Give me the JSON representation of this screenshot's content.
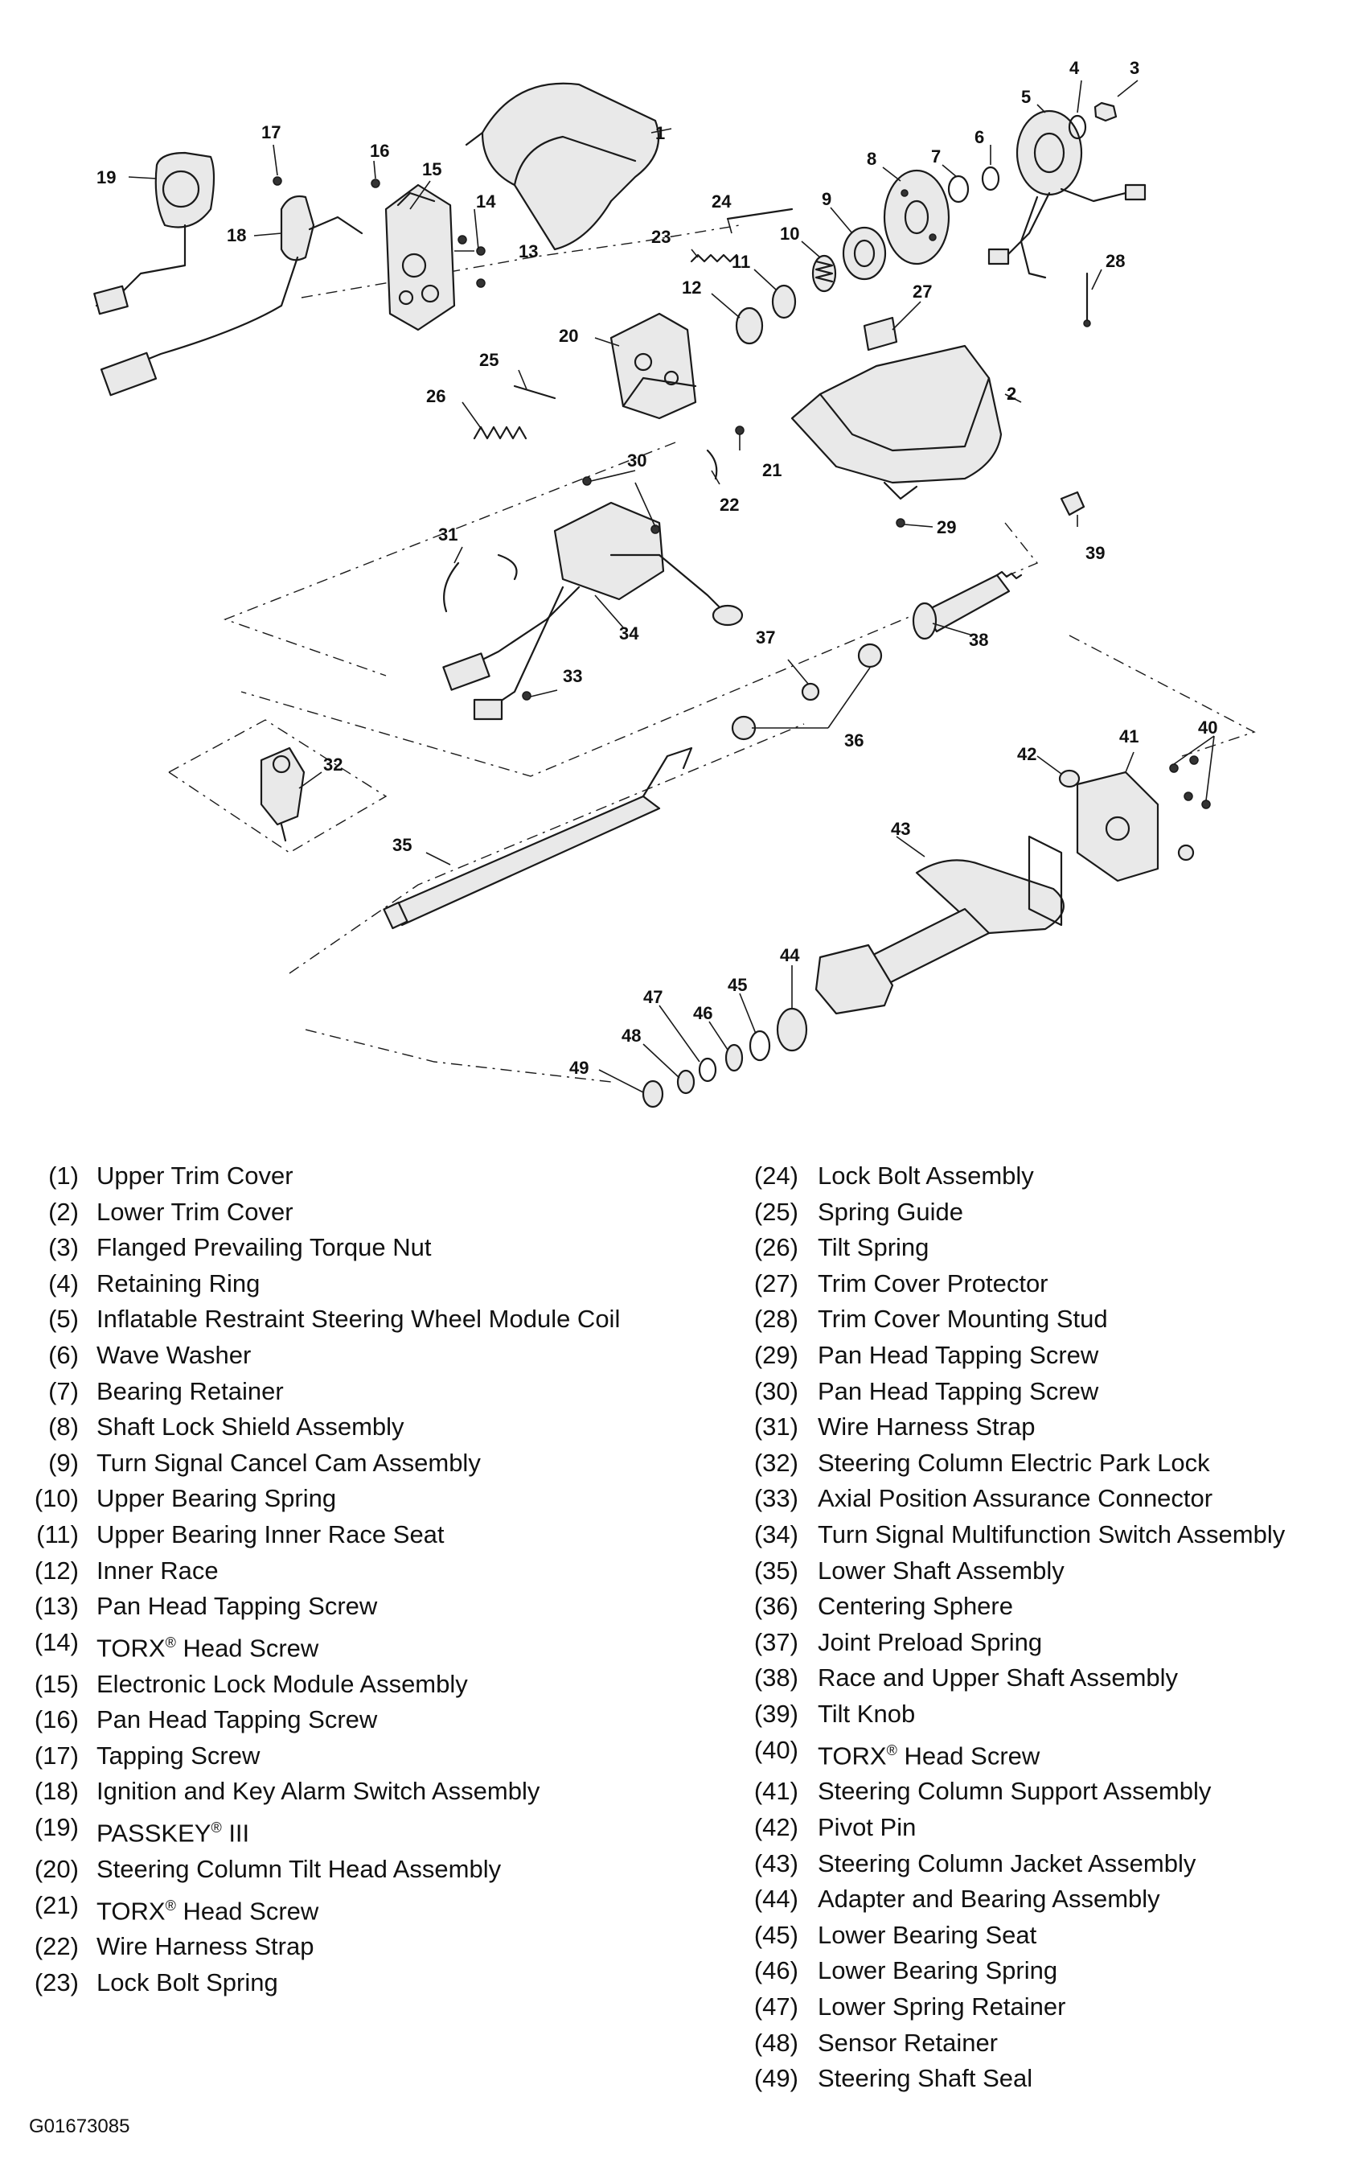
{
  "figure_id": "G01673085",
  "callouts": [
    "1",
    "2",
    "3",
    "4",
    "5",
    "6",
    "7",
    "8",
    "9",
    "10",
    "11",
    "12",
    "13",
    "14",
    "15",
    "16",
    "17",
    "18",
    "19",
    "20",
    "21",
    "22",
    "23",
    "24",
    "25",
    "26",
    "27",
    "28",
    "29",
    "30",
    "31",
    "32",
    "33",
    "34",
    "35",
    "36",
    "37",
    "38",
    "39",
    "40",
    "41",
    "42",
    "43",
    "44",
    "45",
    "46",
    "47",
    "48",
    "49"
  ],
  "legend": [
    {
      "num": "(1)",
      "text": "Upper Trim Cover"
    },
    {
      "num": "(2)",
      "text": "Lower Trim Cover"
    },
    {
      "num": "(3)",
      "text": "Flanged Prevailing Torque Nut"
    },
    {
      "num": "(4)",
      "text": "Retaining Ring"
    },
    {
      "num": "(5)",
      "text": "Inflatable Restraint Steering Wheel Module Coil"
    },
    {
      "num": "(6)",
      "text": "Wave Washer"
    },
    {
      "num": "(7)",
      "text": "Bearing Retainer"
    },
    {
      "num": "(8)",
      "text": "Shaft Lock Shield Assembly"
    },
    {
      "num": "(9)",
      "text": "Turn Signal Cancel Cam Assembly"
    },
    {
      "num": "(10)",
      "text": "Upper Bearing Spring"
    },
    {
      "num": "(11)",
      "text": "Upper Bearing Inner Race Seat"
    },
    {
      "num": "(12)",
      "text": "Inner Race"
    },
    {
      "num": "(13)",
      "text": "Pan Head Tapping Screw"
    },
    {
      "num": "(14)",
      "text": "TORX® Head Screw"
    },
    {
      "num": "(15)",
      "text": "Electronic Lock Module Assembly"
    },
    {
      "num": "(16)",
      "text": "Pan Head Tapping Screw"
    },
    {
      "num": "(17)",
      "text": "Tapping Screw"
    },
    {
      "num": "(18)",
      "text": "Ignition and Key Alarm Switch Assembly"
    },
    {
      "num": "(19)",
      "text": "PASSKEY® III"
    },
    {
      "num": "(20)",
      "text": "Steering Column Tilt Head Assembly"
    },
    {
      "num": "(21)",
      "text": "TORX® Head Screw"
    },
    {
      "num": "(22)",
      "text": "Wire Harness Strap"
    },
    {
      "num": "(23)",
      "text": "Lock Bolt Spring"
    },
    {
      "num": "(24)",
      "text": "Lock Bolt Assembly"
    },
    {
      "num": "(25)",
      "text": "Spring Guide"
    },
    {
      "num": "(26)",
      "text": "Tilt Spring"
    },
    {
      "num": "(27)",
      "text": "Trim Cover Protector"
    },
    {
      "num": "(28)",
      "text": "Trim Cover Mounting Stud"
    },
    {
      "num": "(29)",
      "text": "Pan Head Tapping Screw"
    },
    {
      "num": "(30)",
      "text": "Pan Head Tapping Screw"
    },
    {
      "num": "(31)",
      "text": "Wire Harness Strap"
    },
    {
      "num": "(32)",
      "text": "Steering Column Electric Park Lock"
    },
    {
      "num": "(33)",
      "text": "Axial Position Assurance Connector"
    },
    {
      "num": "(34)",
      "text": "Turn Signal Multifunction Switch Assembly"
    },
    {
      "num": "(35)",
      "text": "Lower Shaft Assembly"
    },
    {
      "num": "(36)",
      "text": "Centering Sphere"
    },
    {
      "num": "(37)",
      "text": "Joint Preload Spring"
    },
    {
      "num": "(38)",
      "text": "Race and Upper Shaft Assembly"
    },
    {
      "num": "(39)",
      "text": "Tilt Knob"
    },
    {
      "num": "(40)",
      "text": "TORX® Head Screw"
    },
    {
      "num": "(41)",
      "text": "Steering Column Support Assembly"
    },
    {
      "num": "(42)",
      "text": "Pivot Pin"
    },
    {
      "num": "(43)",
      "text": "Steering Column Jacket Assembly"
    },
    {
      "num": "(44)",
      "text": "Adapter and Bearing Assembly"
    },
    {
      "num": "(45)",
      "text": "Lower Bearing Seat"
    },
    {
      "num": "(46)",
      "text": "Lower Bearing Spring"
    },
    {
      "num": "(47)",
      "text": "Lower Spring Retainer"
    },
    {
      "num": "(48)",
      "text": "Sensor Retainer"
    },
    {
      "num": "(49)",
      "text": "Steering Shaft Seal"
    }
  ]
}
